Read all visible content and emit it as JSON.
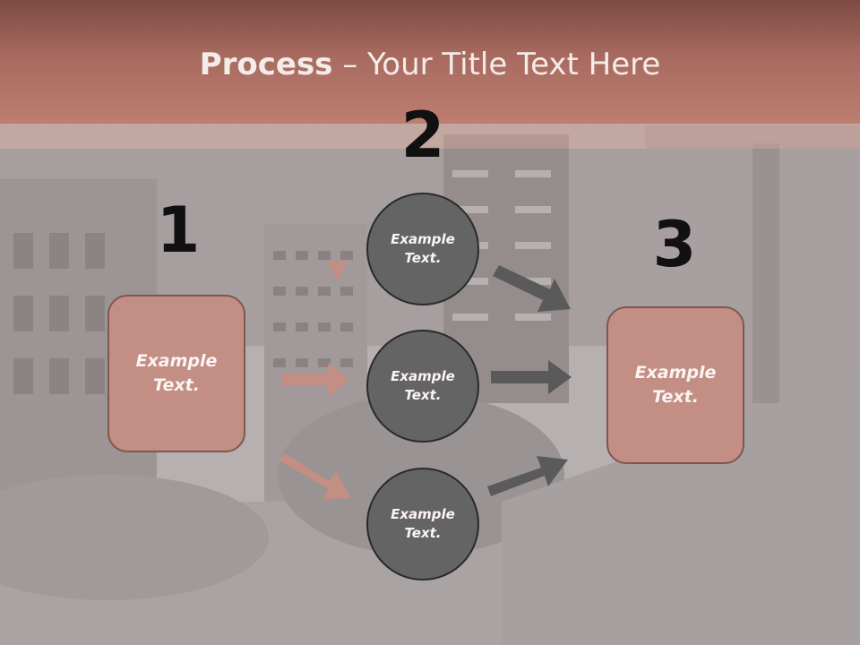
{
  "title": {
    "bold": "Process",
    "rest": " – Your Title Text Here"
  },
  "numbers": [
    "1",
    "2",
    "3"
  ],
  "steps": [
    {
      "id": "step1",
      "text": "Example Text."
    },
    {
      "id": "step2a",
      "text": "Example Text."
    },
    {
      "id": "step2b",
      "text": "Example Text."
    },
    {
      "id": "step2c",
      "text": "Example Text."
    },
    {
      "id": "step3",
      "text": "Example Text."
    }
  ],
  "colors": {
    "accent": "#c38e84",
    "circle": "#646464",
    "arrow_pink": "#c38e84",
    "arrow_gray": "#5a5a5a"
  }
}
